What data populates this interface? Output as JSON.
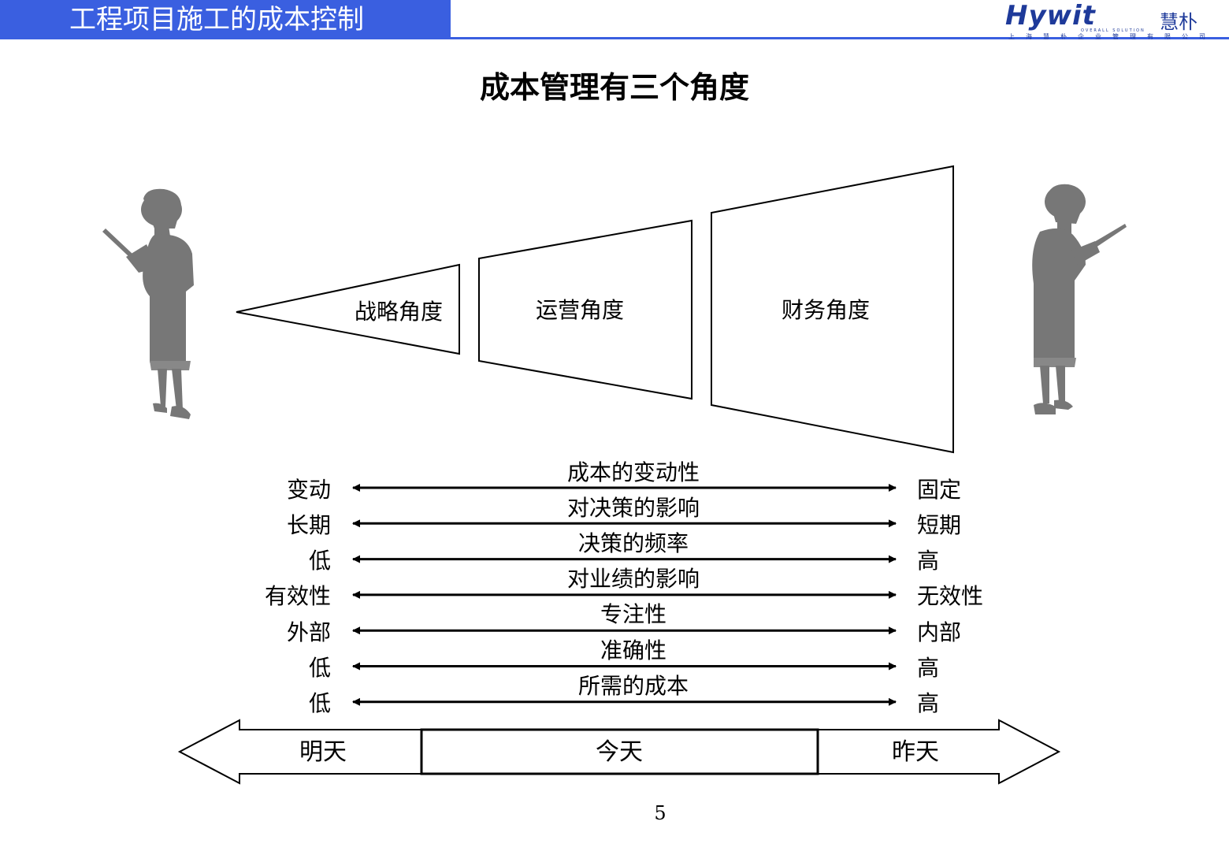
{
  "header": {
    "title": "工程项目施工的成本控制",
    "logo_text": "Hywit",
    "logo_cn": "慧朴",
    "logo_subtitle": "OVERALL SOLUTION",
    "logo_company": "上海慧朴企业管理有限公司",
    "accent_color": "#3a5fe0"
  },
  "slide": {
    "title": "成本管理有三个角度",
    "page_number": "5"
  },
  "perspectives": [
    "战略角度",
    "运营角度",
    "财务角度"
  ],
  "dimensions": [
    {
      "left": "变动",
      "center": "成本的变动性",
      "right": "固定"
    },
    {
      "left": "长期",
      "center": "对决策的影响",
      "right": "短期"
    },
    {
      "left": "低",
      "center": "决策的频率",
      "right": "高"
    },
    {
      "left": "有效性",
      "center": "对业绩的影响",
      "right": "无效性"
    },
    {
      "left": "外部",
      "center": "专注性",
      "right": "内部"
    },
    {
      "left": "低",
      "center": "准确性",
      "right": "高"
    },
    {
      "left": "低",
      "center": "所需的成本",
      "right": "高"
    }
  ],
  "timeline": {
    "left": "明天",
    "center": "今天",
    "right": "昨天"
  },
  "figures": {
    "left": "businesswoman-icon",
    "right": "businesswoman-icon"
  }
}
